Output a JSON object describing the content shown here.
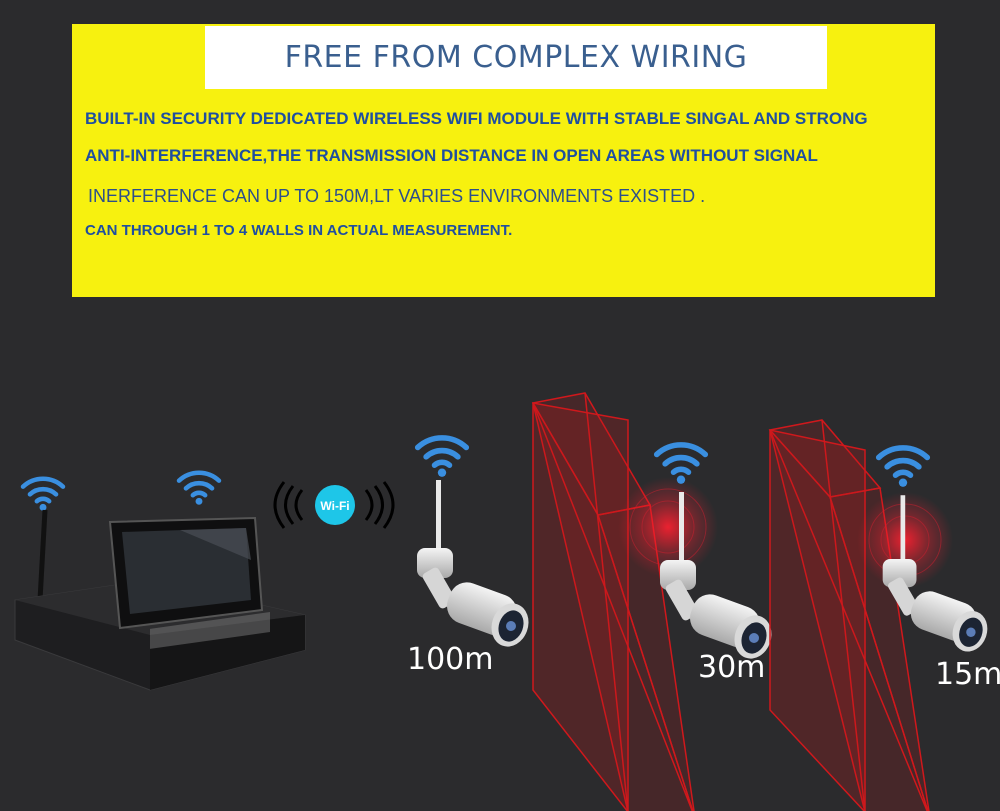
{
  "banner": {
    "title": "FREE FROM COMPLEX WIRING",
    "lines": [
      "BUILT-IN SECURITY DEDICATED WIRELESS WIFI MODULE WITH STABLE SINGAL AND STRONG",
      "ANTI-INTERFERENCE,THE TRANSMISSION DISTANCE IN OPEN AREAS WITHOUT SIGNAL",
      "INERFERENCE CAN UP TO 150M,LT VARIES ENVIRONMENTS EXISTED .",
      "CAN THROUGH 1 TO 4 WALLS IN ACTUAL MEASUREMENT."
    ]
  },
  "wifi_badge": "Wi-Fi",
  "distances": [
    "100m",
    "30m",
    "15m"
  ],
  "colors": {
    "banner": "#f7f10f",
    "text": "#1f4fa0",
    "wifi": "#3a8fe0",
    "wall": "#c0181c"
  }
}
